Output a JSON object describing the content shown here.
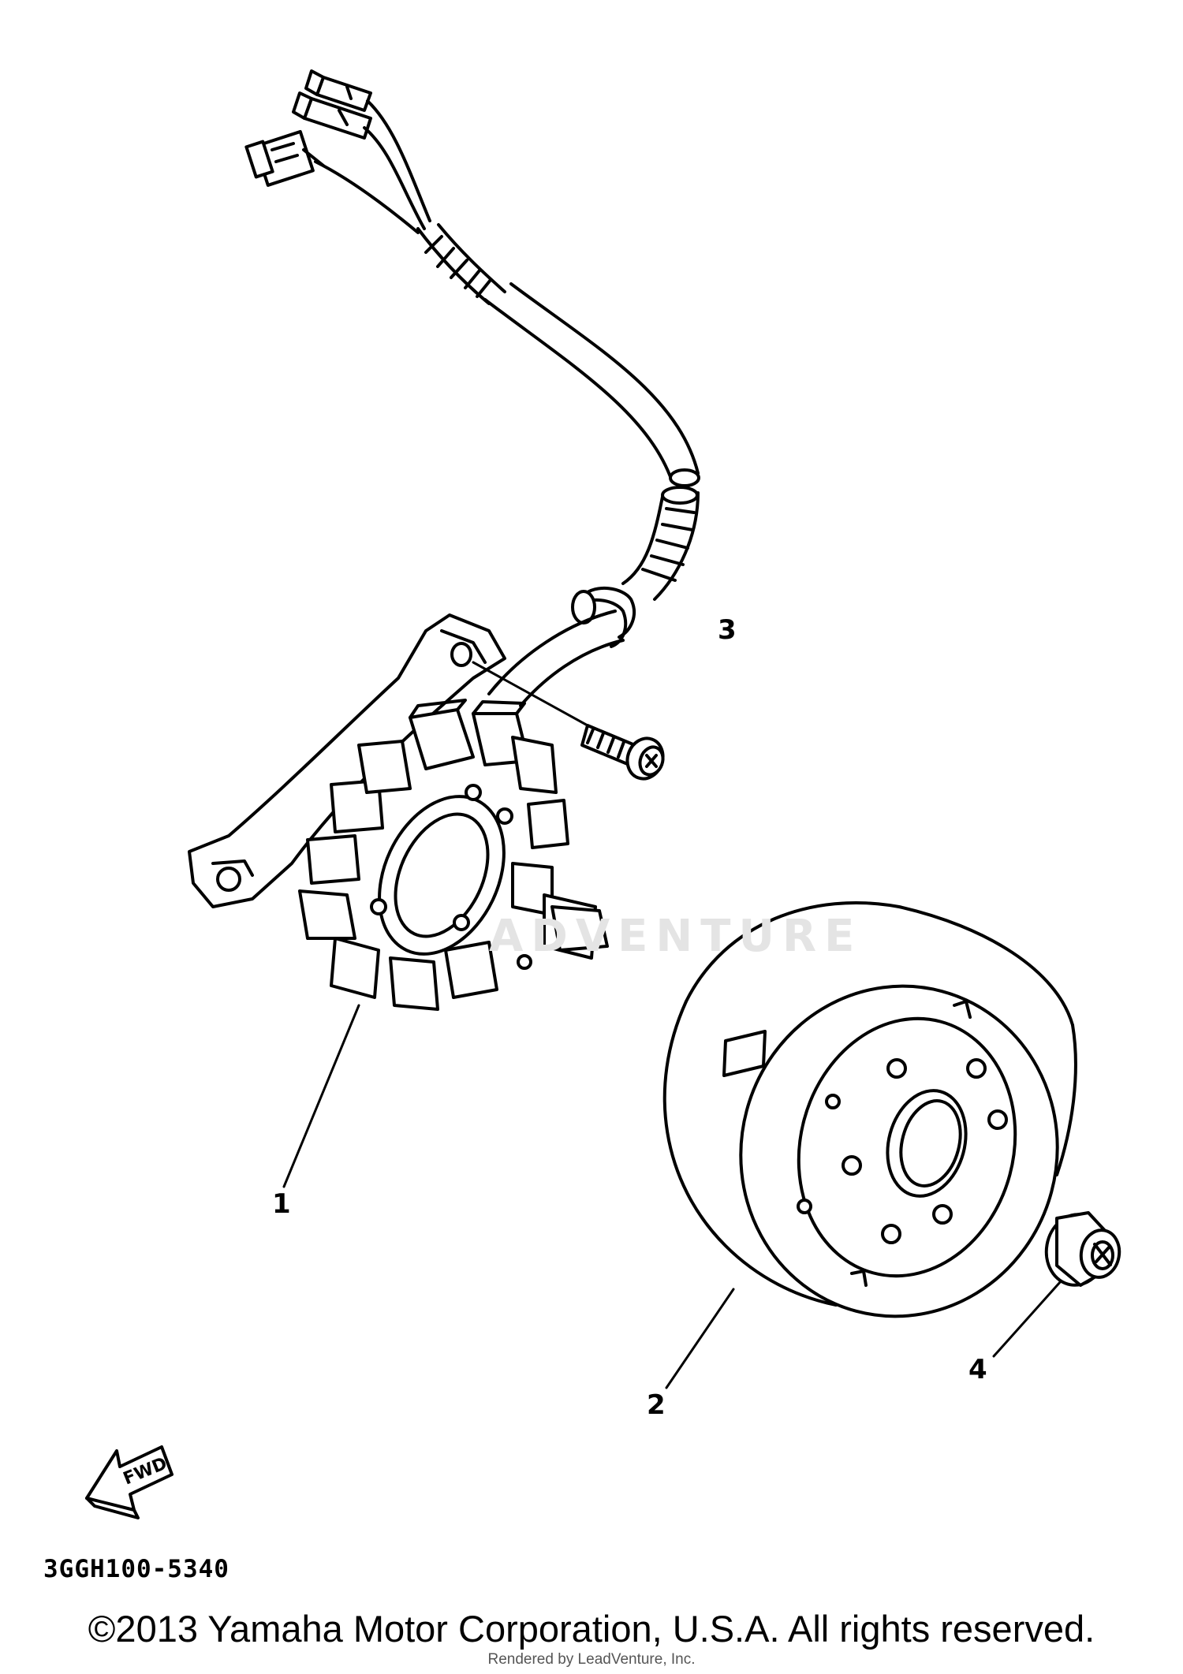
{
  "diagram": {
    "callouts": [
      {
        "id": "1",
        "label": "1"
      },
      {
        "id": "2",
        "label": "2"
      },
      {
        "id": "3",
        "label": "3"
      },
      {
        "id": "4",
        "label": "4"
      }
    ],
    "fwd_label": "FWD",
    "part_code": "3GGH100-5340",
    "watermark": "ADVENTURE"
  },
  "footer": {
    "copyright": "©2013 Yamaha Motor Corporation, U.S.A. All rights reserved.",
    "rendered_by": "Rendered by LeadVenture, Inc."
  }
}
